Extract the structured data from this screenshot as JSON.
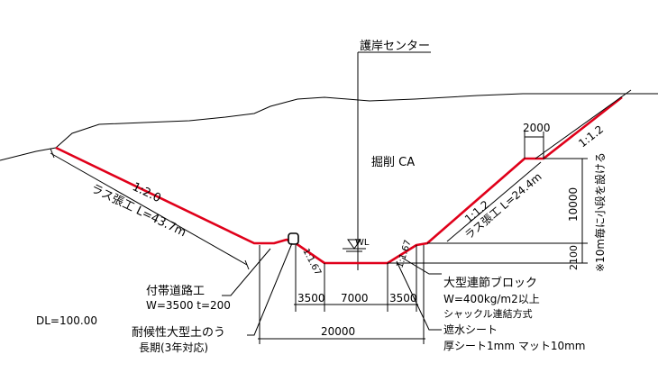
{
  "labels": {
    "center_line": "護岸センター",
    "excavation": "掘削 CA",
    "water_level": "WL",
    "datum": "DL=100.00"
  },
  "left_slope": {
    "gradient": "1:2.0",
    "work": "ラス張工 L=43.7m"
  },
  "right_slope": {
    "gradient_upper": "1:1.2",
    "gradient_lower": "1:1.2",
    "work": "ラス張工 L=24.4m",
    "note": "※10m毎に小段を設ける"
  },
  "toe_slopes": {
    "left": "1:1.67",
    "right": "1:1.67"
  },
  "dimensions": {
    "berm": "2000",
    "height_upper": "10000",
    "height_lower": "2100",
    "bottom_left": "3500",
    "bottom_center": "7000",
    "bottom_right": "3500",
    "bottom_total": "20000"
  },
  "callouts": {
    "road": [
      "付帯道路工",
      "W=3500 t=200"
    ],
    "sandbag": [
      "耐候性大型土のう",
      "長期(3年対応)"
    ],
    "block": [
      "大型連節ブロック",
      "W=400kg/m2以上",
      "シャックル連結方式"
    ],
    "sheet": [
      "遮水シート",
      "厚シート1mm マット10mm"
    ]
  }
}
